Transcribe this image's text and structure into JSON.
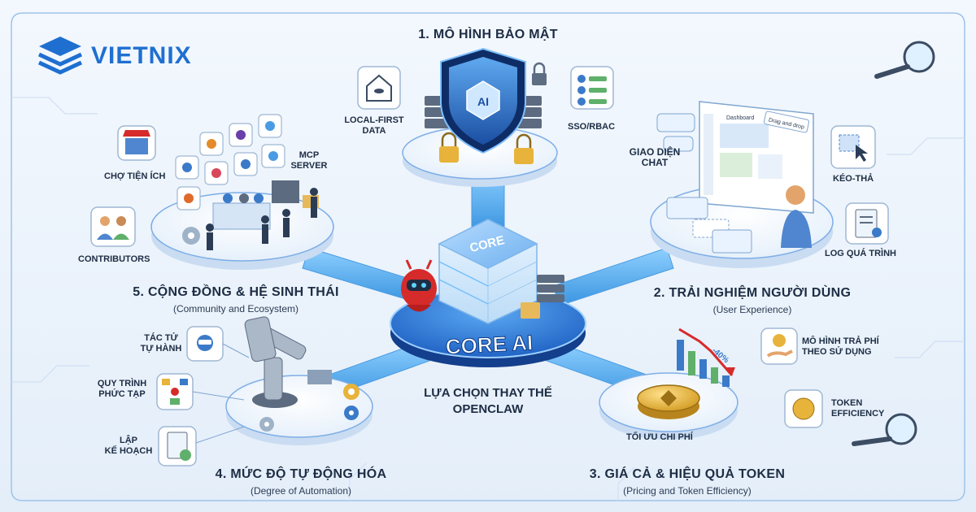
{
  "brand": {
    "name": "VIETNIX"
  },
  "hub": {
    "core_label": "CORE",
    "core_ai_label": "CORE AI",
    "caption_line1": "LỰA CHỌN THAY THẾ",
    "caption_line2": "OPENCLAW"
  },
  "security": {
    "title": "1. MÔ HÌNH BẢO MẬT",
    "shield_label": "AI",
    "local_first_line1": "LOCAL-FIRST",
    "local_first_line2": "DATA",
    "sso_rbac": "SSO/RBAC"
  },
  "ux": {
    "title": "2. TRẢI NGHIỆM NGƯỜI DÙNG",
    "subtitle": "(User Experience)",
    "chat_line1": "GIAO DIỆN",
    "chat_line2": "CHAT",
    "drag_drop": "KÉO-THẢ",
    "process_log": "LOG QUÁ TRÌNH",
    "dashboard_label": "Dashboard",
    "drag_note": "Drag and drop"
  },
  "pricing": {
    "title": "3. GIÁ CẢ & HIỆU QUẢ TOKEN",
    "subtitle": "(Pricing and Token Efficiency)",
    "usage_line1": "MÔ HÌNH TRẢ PHÍ",
    "usage_line2": "THEO SỬ DỤNG",
    "token_line1": "TOKEN",
    "token_line2": "EFFICIENCY",
    "cost_opt": "TỐI ƯU CHI PHÍ",
    "percent_note": "-40%"
  },
  "automation": {
    "title": "4. MỨC ĐỘ TỰ ĐỘNG HÓA",
    "subtitle": "(Degree of Automation)",
    "agent_line1": "TÁC TỬ",
    "agent_line2": "TỰ HÀNH",
    "complex_line1": "QUY TRÌNH",
    "complex_line2": "PHỨC TẠP",
    "plan_line1": "LẬP",
    "plan_line2": "KẾ HOẠCH"
  },
  "community": {
    "title": "5. CỘNG ĐỒNG & HỆ SINH THÁI",
    "subtitle": "(Community and Ecosystem)",
    "marketplace": "CHỢ TIỆN ÍCH",
    "mcp_line1": "MCP",
    "mcp_line2": "SERVER",
    "contributors": "CONTRIBUTORS"
  },
  "colors": {
    "accent": "#1f6fd1",
    "dark_blue": "#1b4fa3",
    "disc": "#f4f8fd",
    "disc_edge": "#7eaee6",
    "spoke": "#5fb0f0",
    "bg": "#eef4fb",
    "red": "#d62b2b",
    "gold": "#e7b33a",
    "text": "#1d2d44"
  },
  "icons": [
    "vietnix-logo-icon",
    "magnifier-icon",
    "house-database-icon",
    "lock-icon",
    "id-card-icon",
    "shield-icon",
    "server-icon",
    "robot-icon",
    "store-icon",
    "app-tile-icon",
    "people-icon",
    "robot-arm-icon",
    "gear-icon",
    "flowchart-icon",
    "clipboard-icon",
    "coin-icon",
    "hand-coin-icon",
    "token-icon",
    "chart-icon",
    "chat-bubble-icon",
    "cursor-icon",
    "log-icon",
    "person-icon",
    "monitor-icon"
  ]
}
